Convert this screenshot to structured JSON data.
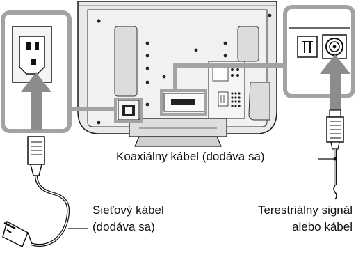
{
  "labels": {
    "coax_cable": "Koaxiálny kábel (dodáva sa)",
    "power_cable_line1": "Sieťový kábel",
    "power_cable_line2": "(dodáva sa)",
    "terrestrial_line1": "Terestriálny signál",
    "terrestrial_line2": "alebo kábel"
  },
  "colors": {
    "callout_frame": "#a3a3a3",
    "tv_body": "#e8e8e8",
    "outline": "#1a1a1a",
    "arrow": "#8c8c8c"
  }
}
